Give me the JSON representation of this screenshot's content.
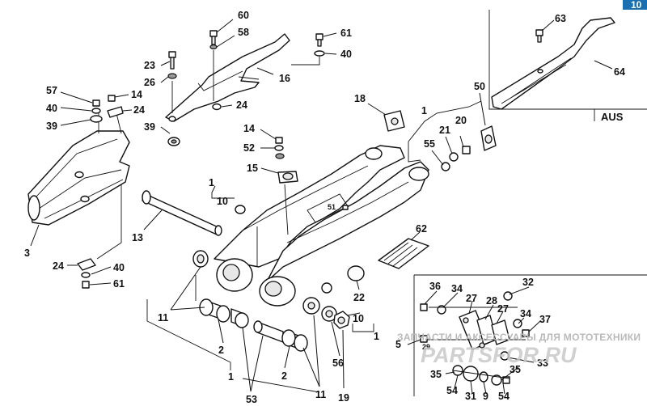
{
  "callouts": [
    {
      "id": "c60",
      "text": "60"
    },
    {
      "id": "c58",
      "text": "58"
    },
    {
      "id": "c61a",
      "text": "61"
    },
    {
      "id": "c40a",
      "text": "40"
    },
    {
      "id": "c23",
      "text": "23"
    },
    {
      "id": "c26",
      "text": "26"
    },
    {
      "id": "c16",
      "text": "16"
    },
    {
      "id": "c24a",
      "text": "24"
    },
    {
      "id": "c39a",
      "text": "39"
    },
    {
      "id": "c57",
      "text": "57"
    },
    {
      "id": "c14a",
      "text": "14"
    },
    {
      "id": "c40b",
      "text": "40"
    },
    {
      "id": "c24b",
      "text": "24"
    },
    {
      "id": "c39b",
      "text": "39"
    },
    {
      "id": "c18",
      "text": "18"
    },
    {
      "id": "c1a",
      "text": "1"
    },
    {
      "id": "c50",
      "text": "50"
    },
    {
      "id": "c21",
      "text": "21"
    },
    {
      "id": "c20",
      "text": "20"
    },
    {
      "id": "c55",
      "text": "55"
    },
    {
      "id": "c14b",
      "text": "14"
    },
    {
      "id": "c52",
      "text": "52"
    },
    {
      "id": "c15",
      "text": "15"
    },
    {
      "id": "c1b",
      "text": "1"
    },
    {
      "id": "c10a",
      "text": "10"
    },
    {
      "id": "c13",
      "text": "13"
    },
    {
      "id": "c3",
      "text": "3"
    },
    {
      "id": "c24c",
      "text": "24"
    },
    {
      "id": "c40c",
      "text": "40"
    },
    {
      "id": "c61b",
      "text": "61"
    },
    {
      "id": "c51",
      "text": "51"
    },
    {
      "id": "c62",
      "text": "62"
    },
    {
      "id": "c22",
      "text": "22"
    },
    {
      "id": "c11a",
      "text": "11"
    },
    {
      "id": "c10b",
      "text": "10"
    },
    {
      "id": "c1c",
      "text": "1"
    },
    {
      "id": "c2a",
      "text": "2"
    },
    {
      "id": "c56",
      "text": "56"
    },
    {
      "id": "c2b",
      "text": "2"
    },
    {
      "id": "c1d",
      "text": "1"
    },
    {
      "id": "c11b",
      "text": "11"
    },
    {
      "id": "c19",
      "text": "19"
    },
    {
      "id": "c53",
      "text": "53"
    },
    {
      "id": "c63",
      "text": "63"
    },
    {
      "id": "c64",
      "text": "64"
    },
    {
      "id": "c36",
      "text": "36"
    },
    {
      "id": "c34a",
      "text": "34"
    },
    {
      "id": "c32",
      "text": "32"
    },
    {
      "id": "c27a",
      "text": "27"
    },
    {
      "id": "c28",
      "text": "28"
    },
    {
      "id": "c27b",
      "text": "27"
    },
    {
      "id": "c34b",
      "text": "34"
    },
    {
      "id": "c37",
      "text": "37"
    },
    {
      "id": "c5",
      "text": "5"
    },
    {
      "id": "c29",
      "text": "29"
    },
    {
      "id": "c33",
      "text": "33"
    },
    {
      "id": "c35a",
      "text": "35"
    },
    {
      "id": "c35b",
      "text": "35"
    },
    {
      "id": "c54a",
      "text": "54"
    },
    {
      "id": "c31",
      "text": "31"
    },
    {
      "id": "c9",
      "text": "9"
    },
    {
      "id": "c54b",
      "text": "54"
    }
  ],
  "variant_label": "AUS",
  "corner_tab": "10",
  "watermark": {
    "line1": "ЗАПЧАСТИ И АКСЕССУАРЫ ДЛЯ МОТОТЕХНИКИ",
    "line2": "PARTSFOR.RU"
  },
  "colors": {
    "ink": "#111111",
    "corner_tab": "#1a6fb0",
    "watermark": "#c8c8c8"
  }
}
